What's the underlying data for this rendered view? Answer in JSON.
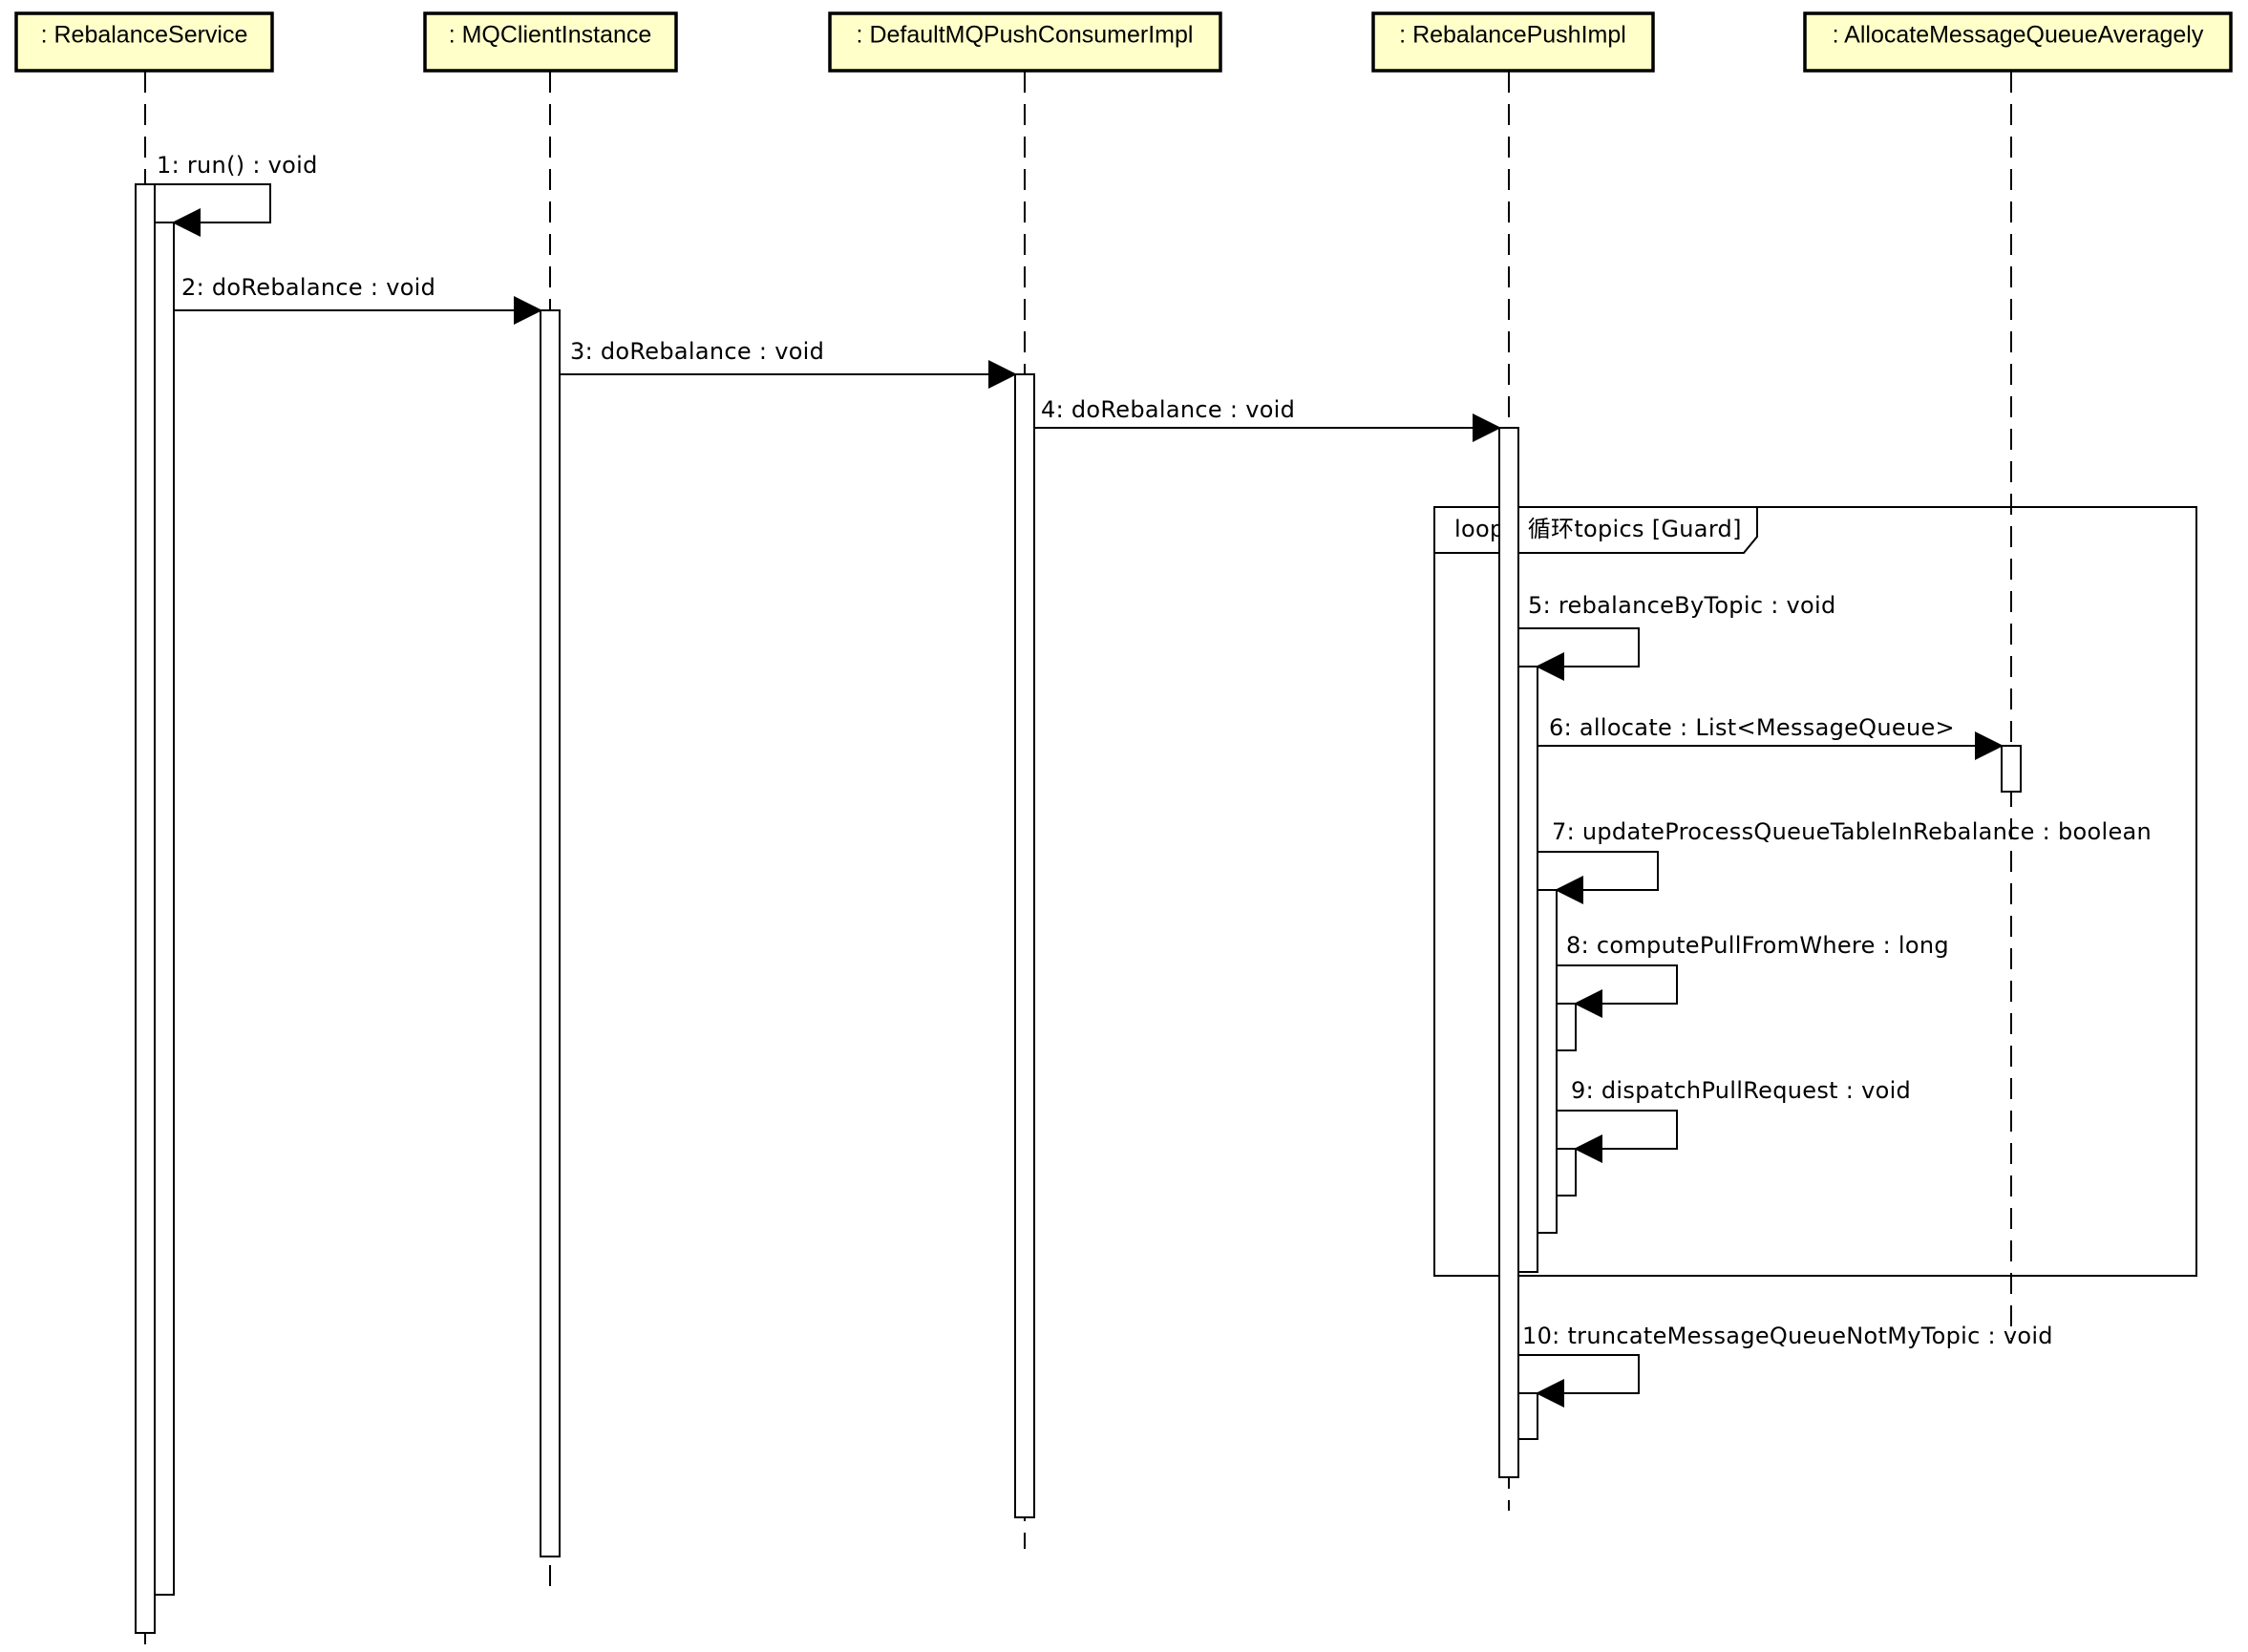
{
  "participants": [
    {
      "id": "p1",
      "label": ": RebalanceService"
    },
    {
      "id": "p2",
      "label": ": MQClientInstance"
    },
    {
      "id": "p3",
      "label": ": DefaultMQPushConsumerImpl"
    },
    {
      "id": "p4",
      "label": ": RebalancePushImpl"
    },
    {
      "id": "p5",
      "label": ": AllocateMessageQueueAveragely"
    }
  ],
  "messages": [
    {
      "id": "m1",
      "label": "1: run() : void"
    },
    {
      "id": "m2",
      "label": "2: doRebalance : void"
    },
    {
      "id": "m3",
      "label": "3: doRebalance : void"
    },
    {
      "id": "m4",
      "label": "4: doRebalance : void"
    },
    {
      "id": "m5",
      "label": "5: rebalanceByTopic : void"
    },
    {
      "id": "m6",
      "label": "6: allocate : List<MessageQueue>"
    },
    {
      "id": "m7",
      "label": "7: updateProcessQueueTableInRebalance : boolean"
    },
    {
      "id": "m8",
      "label": "8: computePullFromWhere : long"
    },
    {
      "id": "m9",
      "label": "9: dispatchPullRequest : void"
    },
    {
      "id": "m10",
      "label": "10: truncateMessageQueueNotMyTopic : void"
    }
  ],
  "loop_frame": {
    "label": "loop : 循环topics  [Guard]"
  },
  "colors": {
    "participant_fill": "#ffffc9",
    "line": "#000000",
    "background": "#ffffff"
  }
}
